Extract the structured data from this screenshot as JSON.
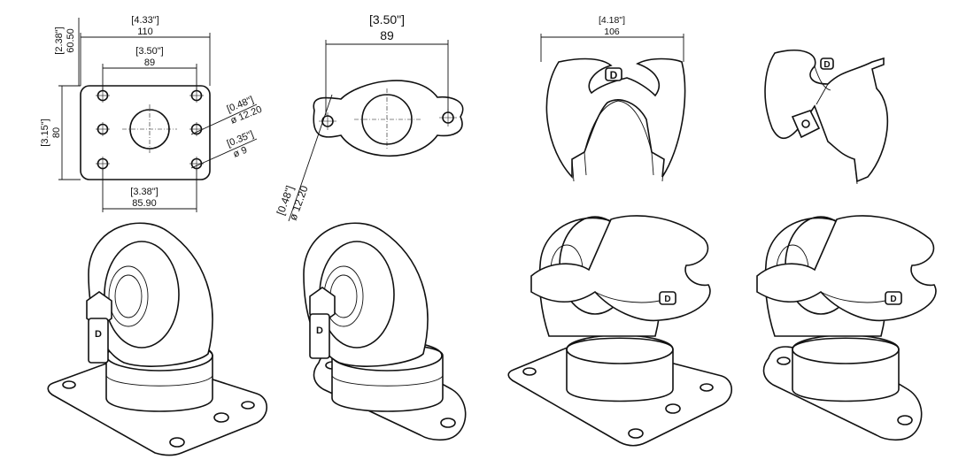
{
  "drawing": {
    "plate_rect": {
      "width_in": "[4.33\"]",
      "width_mm": "110",
      "hole_span_in": "[3.50\"]",
      "hole_span_mm": "89",
      "height_in": "[3.15\"]",
      "height_mm": "80",
      "offset_in": "[2.38\"]",
      "offset_mm": "60.50",
      "bottom_in": "[3.38\"]",
      "bottom_mm": "85.90",
      "bolt_dia_in": "[0.48\"]",
      "bolt_dia_mm": "ø 12.20",
      "hole_dia_in": "[0.35\"]",
      "hole_dia_mm": "ø 9"
    },
    "plate_oval": {
      "span_in": "[3.50\"]",
      "span_mm": "89",
      "hole_dia_in": "[0.48\"]",
      "hole_dia_mm": "ø 12.20"
    },
    "guard": {
      "width_in": "[4.18\"]",
      "width_mm": "106"
    },
    "logo_mark": "D",
    "colors": {
      "line": "#111111",
      "background": "#ffffff"
    }
  }
}
